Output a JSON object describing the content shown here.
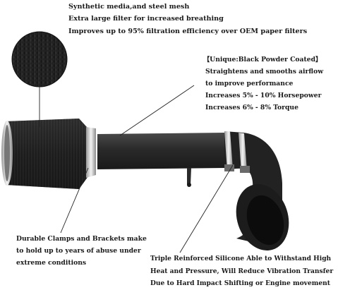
{
  "callouts": {
    "filter_media": {
      "lines": [
        "Synthetic media,and steel mesh",
        "Extra large filter for increased breathing",
        "Improves up to 95% filtration efficiency over OEM paper filters"
      ]
    },
    "coating": {
      "lines": [
        "【Unique:Black Powder Coated】",
        "Straightens and smooths airflow",
        "to improve performance",
        "Increases 5% - 10% Horsepower",
        "Increases 6% - 8%  Torque"
      ]
    },
    "clamps": {
      "lines": [
        "Durable Clamps and Brackets make",
        "to hold up to years of abuse under",
        "extreme conditions"
      ]
    },
    "silicone": {
      "lines": [
        "Triple Reinforced Silicone Able to Withstand High",
        "Heat and Pressure, Will Reduce Vibration Transfer",
        "Due to Hard Impact Shifting or Engine movement"
      ]
    }
  },
  "colors": {
    "text": "#1a1a1a",
    "pipe": "#2b2b2b",
    "chrome": "#d8d8d8",
    "swatch": "#1f1f1f"
  }
}
